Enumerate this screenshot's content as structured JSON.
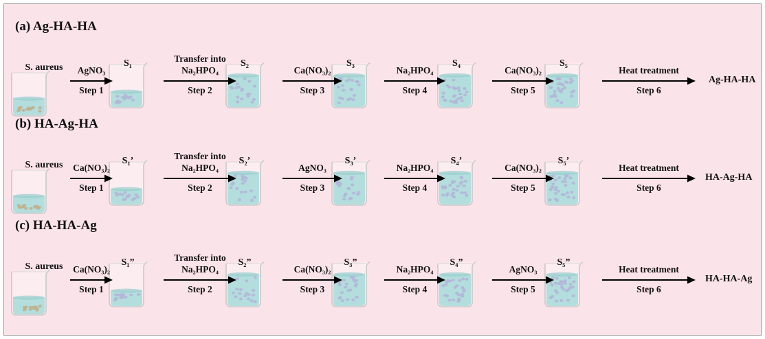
{
  "rows": [
    {
      "title": "(a)  Ag-HA-HA",
      "start_label": "S. aureus",
      "samples": [
        "S₁",
        "S₂",
        "S₃",
        "S₄",
        "S₅"
      ],
      "steps": [
        {
          "reagent": "AgNO₃",
          "reagent2": "",
          "step": "Step 1"
        },
        {
          "reagent": "Transfer into",
          "reagent2": "Na₂HPO₄",
          "step": "Step 2"
        },
        {
          "reagent": "Ca(NO₃)₂",
          "reagent2": "",
          "step": "Step 3"
        },
        {
          "reagent": "Na₂HPO₄",
          "reagent2": "",
          "step": "Step 4"
        },
        {
          "reagent": "Ca(NO₃)₂",
          "reagent2": "",
          "step": "Step 5"
        },
        {
          "reagent": "Heat  treatment",
          "reagent2": "",
          "step": "Step 6"
        }
      ],
      "product": "Ag-HA-HA"
    },
    {
      "title": "(b)  HA-Ag-HA",
      "start_label": "S. aureus",
      "samples": [
        "S₁’",
        "S₂’",
        "S₃’",
        "S₄’",
        "S₅’"
      ],
      "steps": [
        {
          "reagent": "Ca(NO₃)₂",
          "reagent2": "",
          "step": "Step 1"
        },
        {
          "reagent": "Transfer into",
          "reagent2": "Na₂HPO₄",
          "step": "Step 2"
        },
        {
          "reagent": "AgNO₃",
          "reagent2": "",
          "step": "Step 3"
        },
        {
          "reagent": "Na₂HPO₄",
          "reagent2": "",
          "step": "Step 4"
        },
        {
          "reagent": "Ca(NO₃)₂",
          "reagent2": "",
          "step": "Step 5"
        },
        {
          "reagent": "Heat  treatment",
          "reagent2": "",
          "step": "Step 6"
        }
      ],
      "product": "HA-Ag-HA"
    },
    {
      "title": "(c)  HA-HA-Ag",
      "start_label": "S. aureus",
      "samples": [
        "S₁”",
        "S₂”",
        "S₃”",
        "S₄”",
        "S₅”"
      ],
      "steps": [
        {
          "reagent": "Ca(NO₃)₂",
          "reagent2": "",
          "step": "Step 1"
        },
        {
          "reagent": "Transfer into",
          "reagent2": "Na₂HPO₄",
          "step": "Step 2"
        },
        {
          "reagent": "Ca(NO₃)₂",
          "reagent2": "",
          "step": "Step 3"
        },
        {
          "reagent": "Na₂HPO₄",
          "reagent2": "",
          "step": "Step 4"
        },
        {
          "reagent": "AgNO₃",
          "reagent2": "",
          "step": "Step 5"
        },
        {
          "reagent": "Heat  treatment",
          "reagent2": "",
          "step": "Step 6"
        }
      ],
      "product": "HA-HA-Ag"
    }
  ],
  "colors": {
    "background": "#fbe3ea",
    "liquid": "#7fc8c8",
    "liquid_dark": "#5fb3b3",
    "bacteria": "#9c8a55",
    "particles": "#8a8fc4",
    "arrow": "#000000"
  },
  "icons": [
    "beaker-icon",
    "arrow-right-icon"
  ]
}
